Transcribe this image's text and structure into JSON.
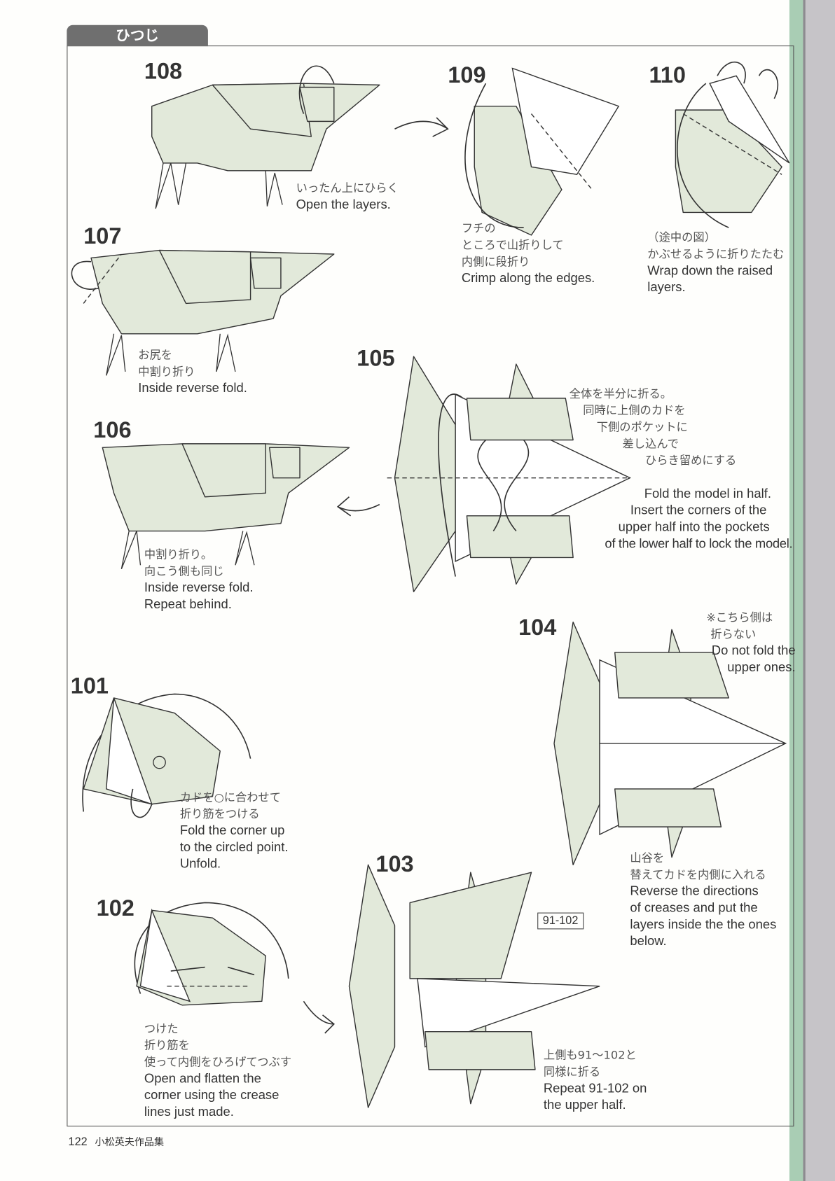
{
  "header": {
    "section_tab": "ひつじ"
  },
  "steps": [
    {
      "number": "108",
      "jp": [
        "いったん上にひらく"
      ],
      "en": [
        "Open the layers."
      ]
    },
    {
      "number": "109",
      "jp": [
        "フチの",
        "ところで山折りして",
        "内側に段折り"
      ],
      "en": [
        "Crimp along the edges."
      ]
    },
    {
      "number": "110",
      "jp": [
        "（途中の図）",
        "かぶせるように折りたたむ"
      ],
      "en": [
        "Wrap down the raised",
        "layers."
      ]
    },
    {
      "number": "107",
      "jp": [
        "お尻を",
        "中割り折り"
      ],
      "en": [
        "Inside reverse fold."
      ]
    },
    {
      "number": "105",
      "jp": [
        "全体を半分に折る。",
        "同時に上側のカドを",
        "下側のポケットに",
        "差し込んで",
        "ひらき留めにする"
      ],
      "en": [
        "Fold the model in half.",
        "Insert the corners of the",
        "upper half into the pockets",
        "of the lower half to lock the model."
      ]
    },
    {
      "number": "106",
      "jp": [
        "中割り折り。",
        "向こう側も同じ"
      ],
      "en": [
        "Inside reverse fold.",
        "Repeat behind."
      ]
    },
    {
      "number": "104",
      "jp": [
        "※こちら側は",
        "折らない",
        "山谷を",
        "替えてカドを内側に入れる"
      ],
      "en": [
        "Do not fold the",
        "upper ones.",
        "Reverse the directions",
        "of creases and put the",
        "layers inside the the ones",
        "below."
      ]
    },
    {
      "number": "101",
      "jp": [
        "カドを○に合わせて",
        "折り筋をつける"
      ],
      "en": [
        "Fold the corner up",
        "to the circled point.",
        "Unfold."
      ]
    },
    {
      "number": "102",
      "jp": [
        "つけた",
        "折り筋を",
        "使って内側をひろげてつぶす"
      ],
      "en": [
        "Open and flatten the",
        "corner using the crease",
        "lines just made."
      ]
    },
    {
      "number": "103",
      "ref": "91-102",
      "jp": [
        "上側も91～102と",
        "同様に折る"
      ],
      "en": [
        "Repeat 91-102 on",
        "the upper half."
      ]
    }
  ],
  "footer": {
    "page_number": "122",
    "book_title": "小松英夫作品集"
  }
}
